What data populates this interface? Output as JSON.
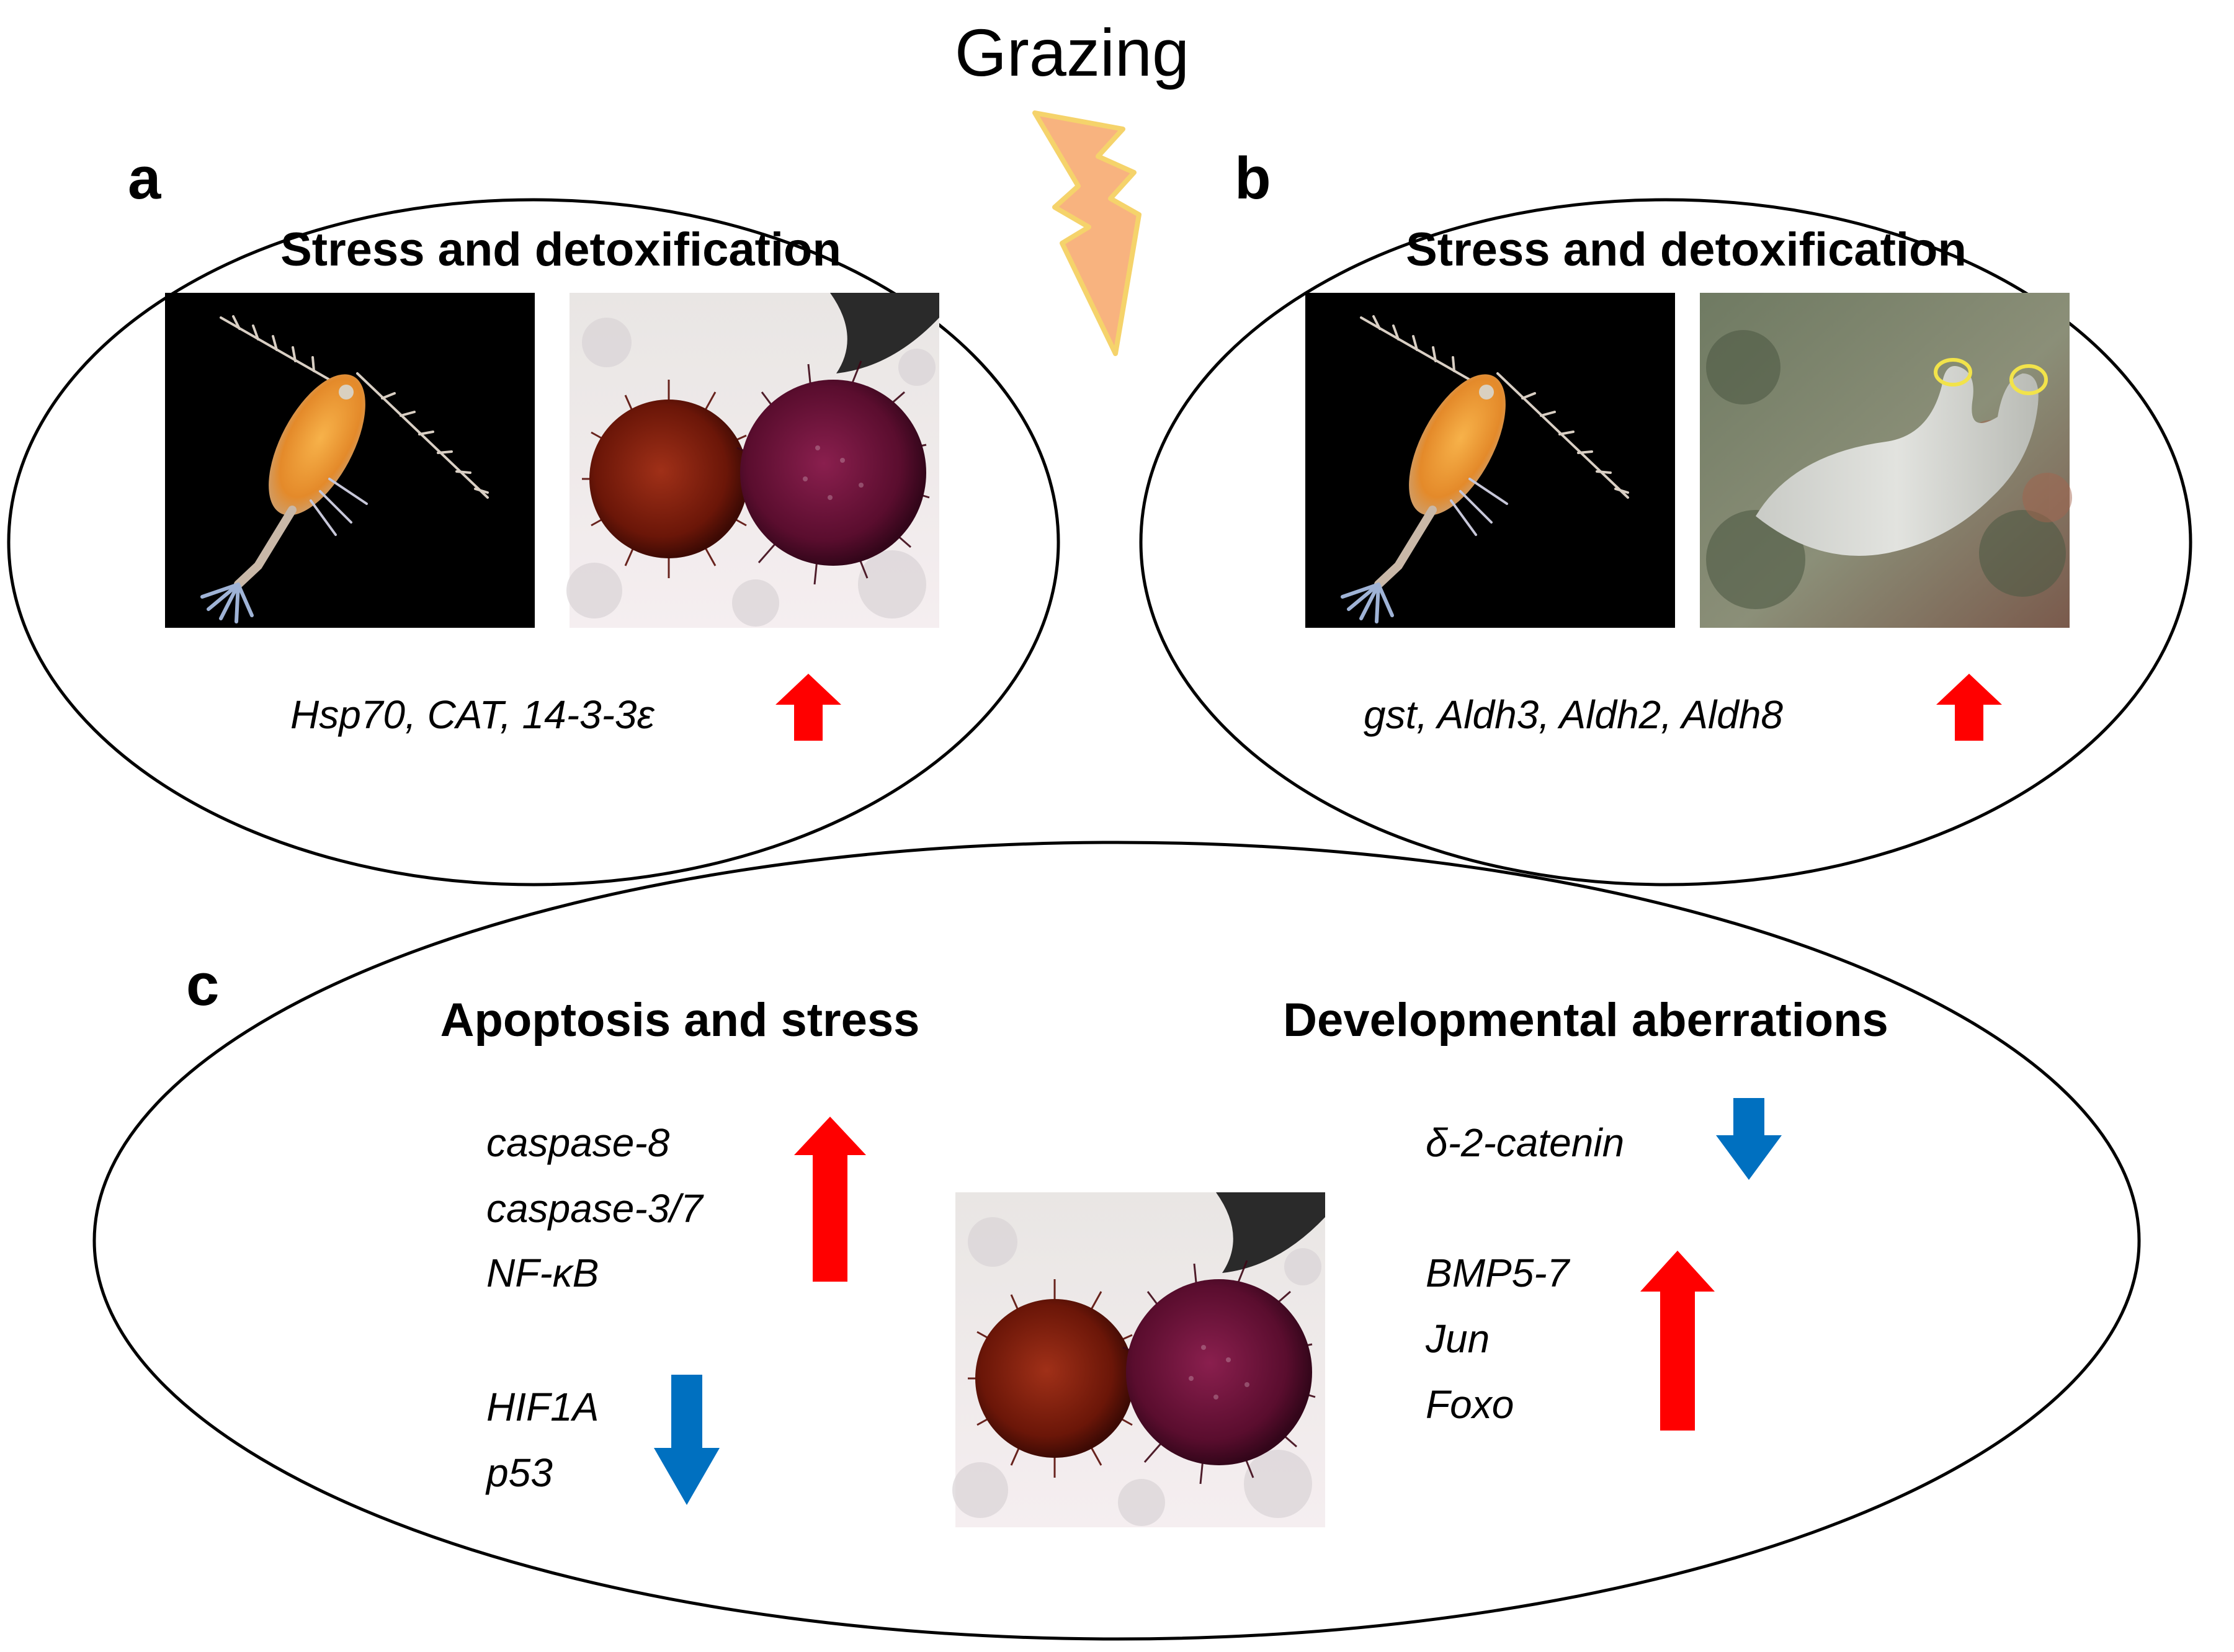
{
  "title": "Grazing",
  "panel_a": {
    "letter": "a",
    "heading": "Stress and detoxification",
    "images": [
      "copepod-photo",
      "sea-urchin-photo"
    ],
    "genes": "Hsp70, CAT, 14-3-3ε",
    "direction": "up"
  },
  "panel_b": {
    "letter": "b",
    "heading": "Stress and detoxification",
    "images": [
      "copepod-photo",
      "ascidian-photo"
    ],
    "genes": "gst, Aldh3, Aldh2, Aldh8",
    "direction": "up"
  },
  "panel_c": {
    "letter": "c",
    "left": {
      "heading": "Apoptosis and stress",
      "up_genes": [
        "caspase-8",
        "caspase-3/7",
        "NF-κB"
      ],
      "down_genes": [
        "HIF1A",
        "p53"
      ]
    },
    "right": {
      "heading": "Developmental aberrations",
      "down_genes": [
        "δ-2-catenin"
      ],
      "up_genes": [
        "BMP5-7",
        "Jun",
        "Foxo"
      ]
    },
    "image": "sea-urchin-photo"
  },
  "colors": {
    "up_arrow": "#ff0000",
    "down_arrow": "#0070c0",
    "lightning_fill": "#f8b37f",
    "lightning_stroke": "#f5d36b"
  }
}
